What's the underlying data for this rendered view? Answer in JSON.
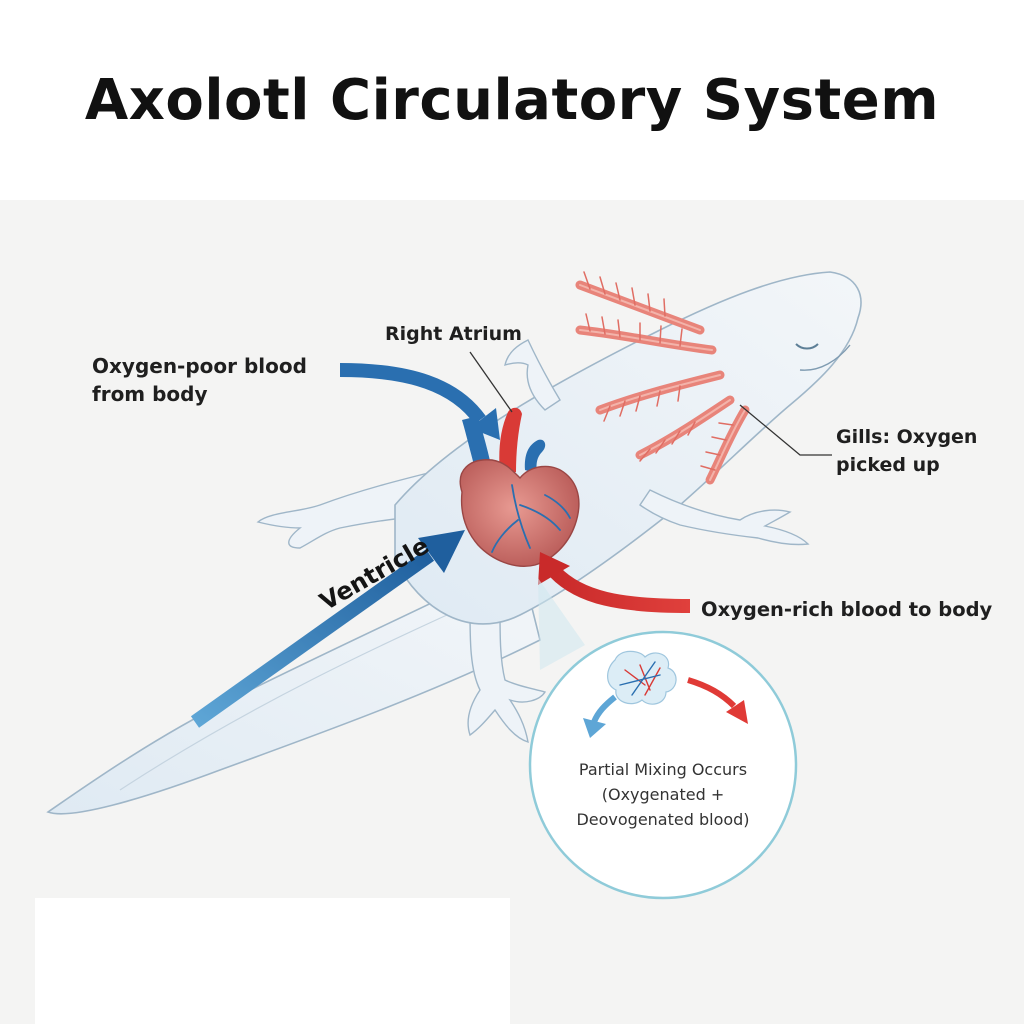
{
  "title": "Axolotl Circulatory System",
  "labels": {
    "oxygen_poor": [
      "Oxygen-poor blood",
      "from body"
    ],
    "right_atrium": "Right Atrium",
    "gills": [
      "Gills: Oxygen",
      "picked up"
    ],
    "oxygen_rich": "Oxygen-rich blood to body",
    "ventricle": "Ventricle",
    "mixing": [
      "Partial Mixing Occurs",
      "(Oxygenated +",
      "Deovogenated blood)"
    ]
  },
  "colors": {
    "oxygen_poor": "#2a6fb0",
    "oxygen_rich": "#e0403c",
    "body": "#e4eef6",
    "gill": "#e8847a",
    "heart": "#c9706c",
    "callout": "#8fcbd9"
  }
}
